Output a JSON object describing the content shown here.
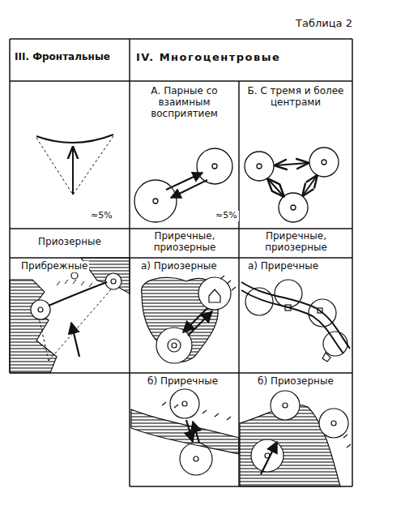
{
  "diagram": {
    "title": "Таблица 2",
    "labels": [
      "III. Фронтальные",
      "IV. Многоцентровые",
      "А. Парные со взаимным восприятием",
      "Б. С тремя и более центрами",
      "≈5%",
      "≈5%",
      "Приозерные",
      "Приречные, приозерные",
      "Приречные, приозерные",
      "Прибрежные",
      "а) Приозерные",
      "а) Приречные",
      "б) Приречные",
      "б) Приозерные"
    ]
  }
}
